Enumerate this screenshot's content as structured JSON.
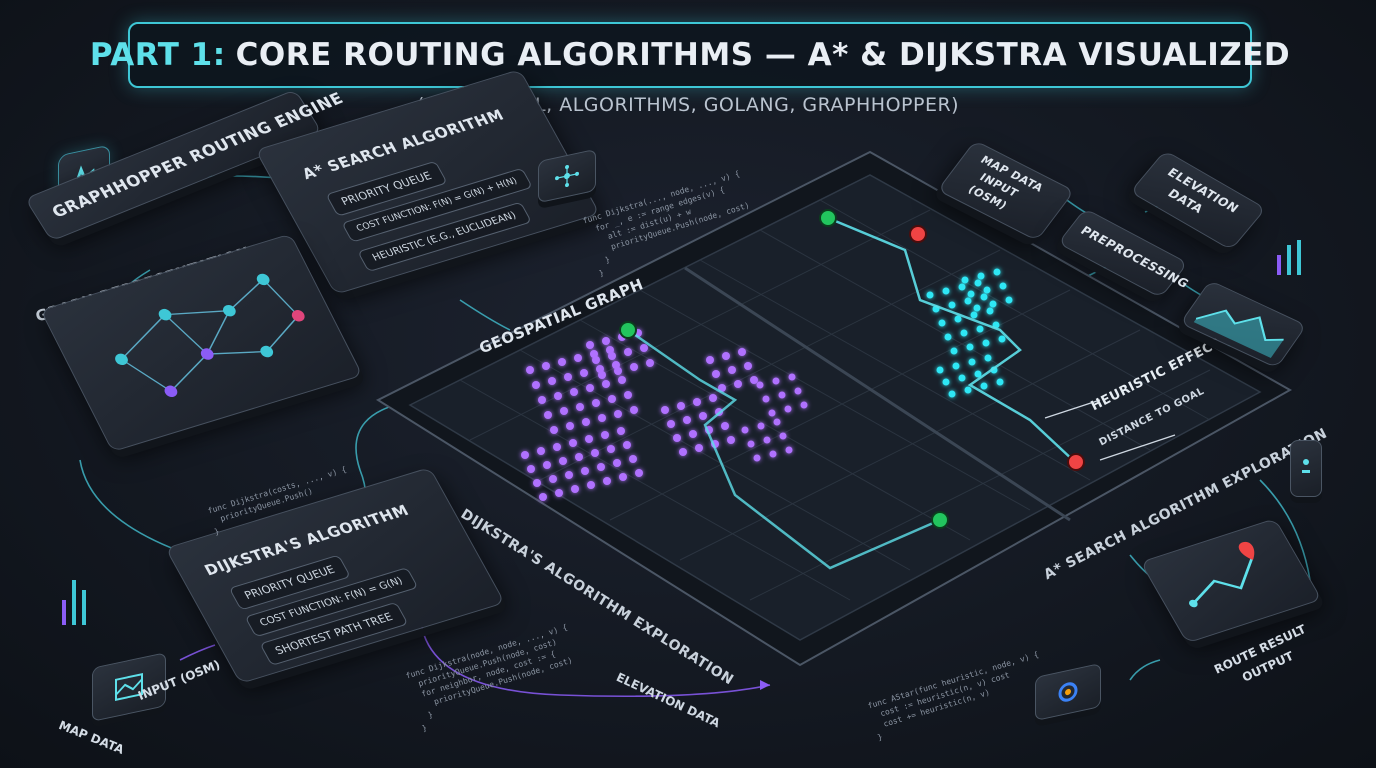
{
  "title": {
    "accent": "PART 1:",
    "rest": "CORE ROUTING ALGORITHMS — A* & DIJKSTRA VISUALIZED"
  },
  "subtitle": "(GEOSPATIAL, ALGORITHMS, GOLANG, GRAPHHOPPER)",
  "engine": {
    "label": "GRAPHHOPPER ROUTING ENGINE",
    "logo_icon": "graphhopper-logo-icon"
  },
  "graph_rep": {
    "label": "GRAPH REPRESENTATION"
  },
  "astar_card": {
    "title": "A* SEARCH ALGORITHM",
    "rows": [
      "PRIORITY QUEUE",
      "COST FUNCTION: f(n) = g(n) + h(n)",
      "HEURISTIC (E.G., EUCLIDEAN)"
    ]
  },
  "dijkstra_card": {
    "title": "DIJKSTRA'S ALGORITHM",
    "rows": [
      "PRIORITY QUEUE",
      "COST FUNCTION: f(n) = g(n)",
      "SHORTEST PATH TREE"
    ]
  },
  "board": {
    "title": "GEOSPATIAL GRAPH",
    "left_caption": "DIJKSTRA'S ALGORITHM EXPLORATION",
    "right_caption": "A* SEARCH ALGORITHM EXPLORATION",
    "heuristic": "HEURISTIC EFFECT",
    "distance": "DISTANCE TO GOAL"
  },
  "pipeline": {
    "map_input": [
      "MAP DATA",
      "INPUT",
      "(OSM)"
    ],
    "elevation": [
      "ELEVATION",
      "DATA"
    ],
    "preprocessing": "PREPROCESSING"
  },
  "bottom": {
    "map_data": "MAP DATA",
    "input_osm": "INPUT (OSM)",
    "elevation": "ELEVATION DATA",
    "route_output": [
      "ROUTE RESULT",
      "OUTPUT"
    ]
  },
  "code_snippets": {
    "top": [
      "func Dijkstra(..., node, ..., v) {",
      "  for _, e := range edges(v) {",
      "    alt := dist(u) + w",
      "    priorityQueue.Push(node, cost)",
      "  }",
      "}"
    ],
    "left": [
      "func Dijkstra(costs, ..., v) {",
      "  priorityQueue.Push()",
      "}"
    ],
    "mid": [
      "func Dijkstra(node, node, ..., v) {",
      "  priorityQueue.Push(node, cost)",
      "",
      "  for neighbor, node, cost := {",
      "    priorityQueue.Push(node, cost)",
      "  }",
      "}"
    ],
    "right": [
      "func AStar(func heuristic, node, v) {",
      "  cost := heuristic(n, v) cost",
      "  cost += heuristic(n, v)",
      "}"
    ]
  },
  "colors": {
    "accent": "#3ec7d6",
    "dijkstra": "#a855f7",
    "astar": "#22d3ee",
    "start": "#22c55e",
    "goal": "#ef4444"
  }
}
